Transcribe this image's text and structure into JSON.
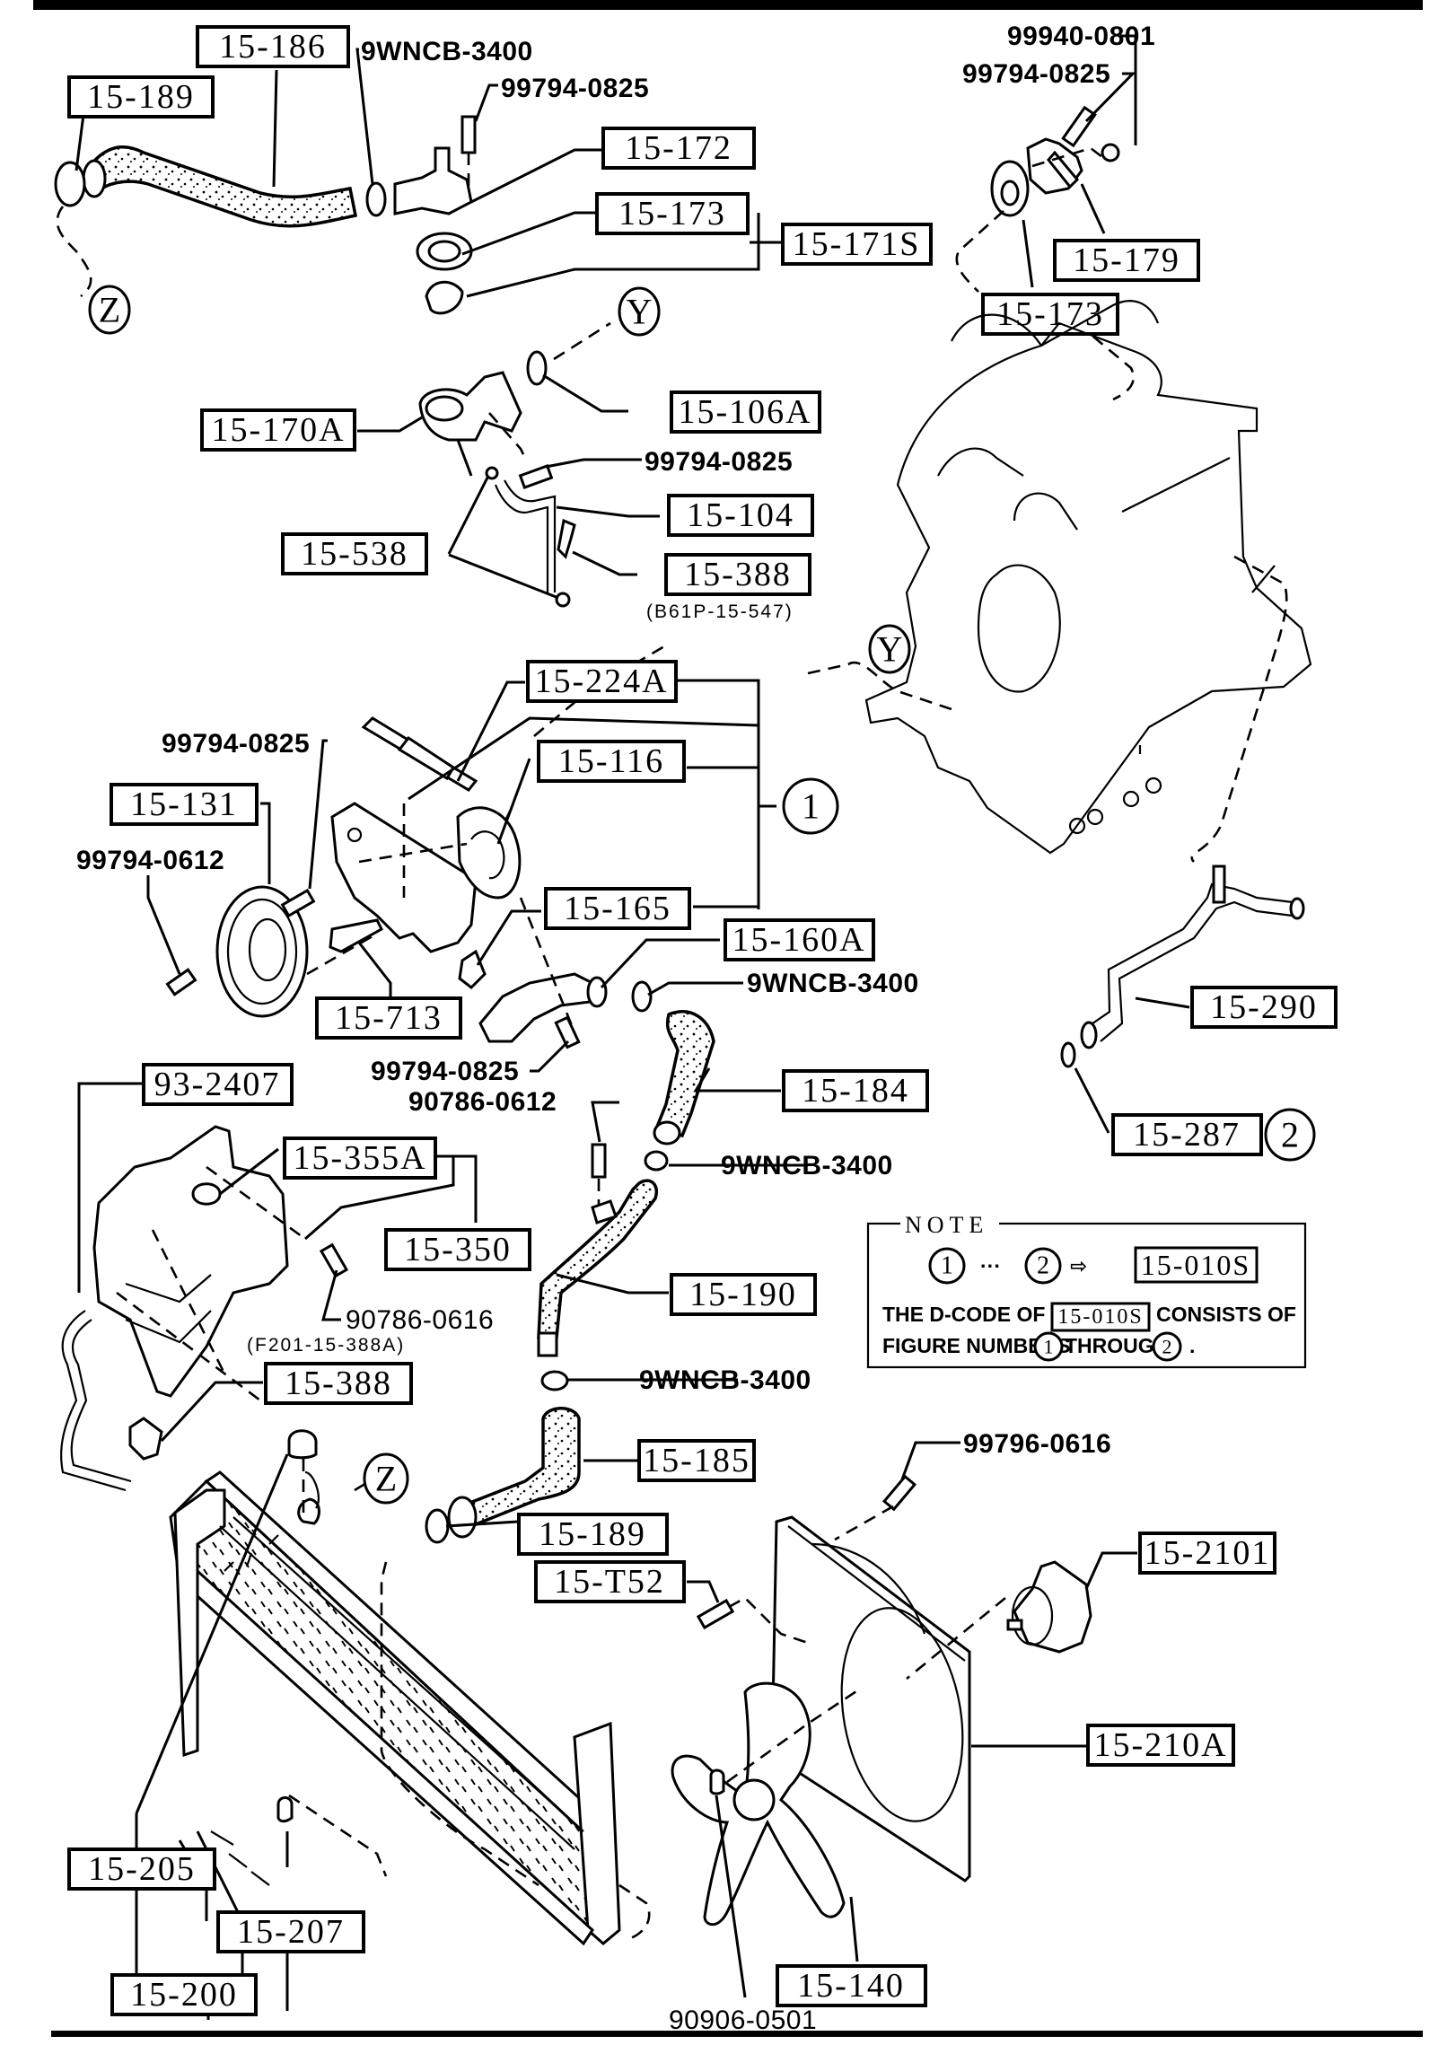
{
  "diagram": {
    "title": "Cooling system exploded parts diagram",
    "callouts": {
      "c15_186": "15-186",
      "c15_189_top": "15-189",
      "c9wncb_top": "9WNCB-3400",
      "c99794_0825_a": "99794-0825",
      "c15_172": "15-172",
      "c15_173_left": "15-173",
      "c15_171s": "15-171S",
      "c99940_0801": "99940-0801",
      "c99794_0825_b": "99794-0825",
      "c15_179": "15-179",
      "c15_173_right": "15-173",
      "c15_170a": "15-170A",
      "c15_106a": "15-106A",
      "c99794_0825_c": "99794-0825",
      "c15_104": "15-104",
      "c15_538": "15-538",
      "c15_388_top": "15-388",
      "c15_388_top_sub": "(B61P-15-547)",
      "c15_224a": "15-224A",
      "c99794_0825_d": "99794-0825",
      "c15_116": "15-116",
      "c15_131": "15-131",
      "c99794_0612": "99794-0612",
      "c15_165": "15-165",
      "c15_160a": "15-160A",
      "c9wncb_mid1": "9WNCB-3400",
      "c15_713": "15-713",
      "c99794_0825_e": "99794-0825",
      "c15_290": "15-290",
      "c93_2407": "93-2407",
      "c90786_0612": "90786-0612",
      "c15_184": "15-184",
      "c15_355a": "15-355A",
      "c9wncb_mid2": "9WNCB-3400",
      "c15_287": "15-287",
      "c15_350": "15-350",
      "c90786_0616": "90786-0616",
      "c15_190": "15-190",
      "c15_388_bottom_sub": "(F201-15-388A)",
      "c15_388_bottom": "15-388",
      "c9wncb_low": "9WNCB-3400",
      "c15_185": "15-185",
      "c99796_0616": "99796-0616",
      "c15_189_bottom": "15-189",
      "c15_2101": "15-2101",
      "c15_t52": "15-T52",
      "c15_210a": "15-210A",
      "c15_205": "15-205",
      "c15_207": "15-207",
      "c15_140": "15-140",
      "c15_200": "15-200",
      "c90906_0501": "90906-0501"
    },
    "reference_markers": {
      "z_top": "Z",
      "y_top": "Y",
      "y_engine": "Y",
      "z_bottom": "Z",
      "fig1": "1",
      "fig2": "2"
    },
    "note": {
      "title": "NOTE",
      "range_start": "1",
      "range_dots": "···",
      "range_end": "2",
      "arrow": "⇨",
      "code": "15-010S",
      "line1_prefix": "THE D-CODE OF",
      "line1_code": "15-010S",
      "line1_suffix": "CONSISTS OF",
      "line2_prefix": "FIGURE NUMBERS",
      "line2_from": "1",
      "line2_mid": "THROUGH",
      "line2_to": "2",
      "line2_end": "."
    }
  }
}
